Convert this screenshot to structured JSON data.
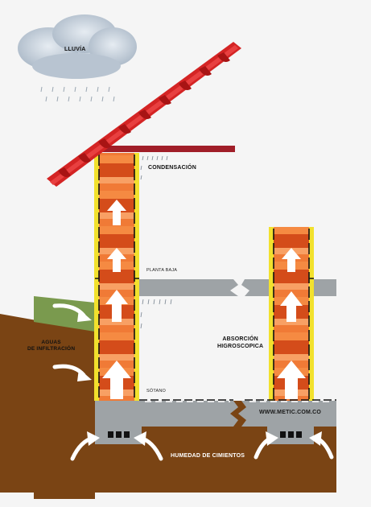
{
  "labels": {
    "rain": "LLUVÍA",
    "condensation": "CONDENSACIÓN",
    "ground_floor": "PLANTA BAJA",
    "infiltration": "AGUAS\nDE INFILTRACIÓN",
    "absorption": "ABSORCIÓN\nHIGROSCOPICA",
    "basement": "SÓTANO",
    "website": "WWW.METIC.COM.CO",
    "foundation_moisture": "HUMEDAD DE CIMIENTOS"
  },
  "colors": {
    "soil": "#7a4414",
    "grass": "#7a9a4e",
    "concrete": "#9ea3a6",
    "brick_light": "#f58840",
    "brick_dark": "#d24e1a",
    "insulation": "#f2e12d",
    "roof": "#d42424",
    "roof_beam": "#a01e28",
    "cloud": "#c5d0dc",
    "arrow": "#ffffff"
  }
}
